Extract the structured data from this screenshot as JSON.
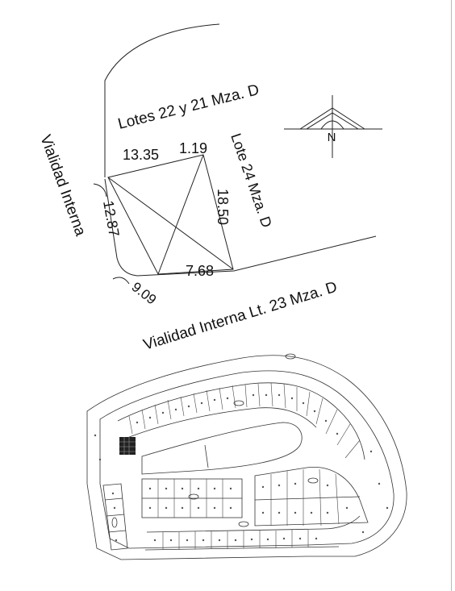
{
  "labels": {
    "neighbors_top": "Lotes 22 y 21 Mza. D",
    "neighbor_right": "Lote 24 Mza. D",
    "road_left": "Vialidad Interna",
    "road_bottom": "Vialidad Interna Lt. 23 Mza. D",
    "north": "N"
  },
  "dimensions": {
    "top_a": "13.35",
    "top_b": "1.19",
    "left": "12.87",
    "right": "18.50",
    "bottom": "7.68",
    "curve": "9.09"
  }
}
